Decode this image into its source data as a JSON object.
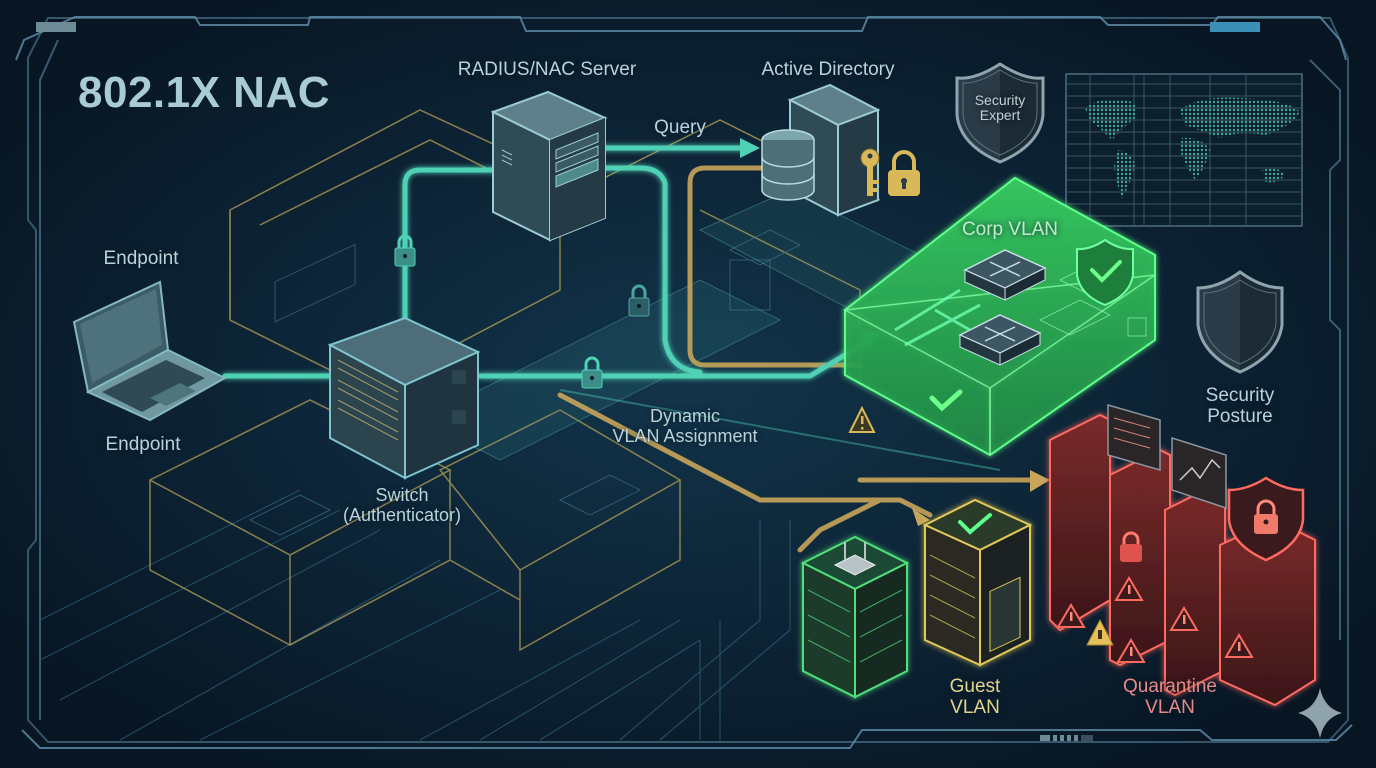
{
  "title": "802.1X NAC",
  "colors": {
    "background": "#0a1a2a",
    "frame": "#5b8aa3",
    "teal_flow": "#4fd1b5",
    "gold_flow": "#c9a55a",
    "corp_green": "#3ddc6a",
    "guest_gold": "#d9c25a",
    "quarantine_red": "#e0524c",
    "label_text": "#b9d3d8"
  },
  "nodes": {
    "endpoint_top_label": "Endpoint",
    "endpoint_bottom_label": "Endpoint",
    "switch_label": "Switch\n(Authenticator)",
    "radius_label": "RADIUS/NAC Server",
    "ad_label": "Active Directory",
    "security_expert_label": "Security\nExpert",
    "security_posture_label": "Security\nPosture",
    "corp_vlan_label": "Corp VLAN",
    "guest_vlan_label": "Guest\nVLAN",
    "quarantine_vlan_label": "Quarantine\nVLAN"
  },
  "flows": {
    "query_label": "Query",
    "dynamic_vlan_label": "Dynamic\nVLAN Assignment"
  },
  "icons": [
    "laptop-icon",
    "switch-chassis-icon",
    "server-tower-icon",
    "database-icon",
    "key-icon",
    "padlock-icon",
    "shield-icon",
    "shield-check-icon",
    "network-switch-icon",
    "check-icon",
    "warning-icon",
    "world-map-icon",
    "sparkle-icon",
    "server-rack-icon",
    "monitor-icon"
  ]
}
